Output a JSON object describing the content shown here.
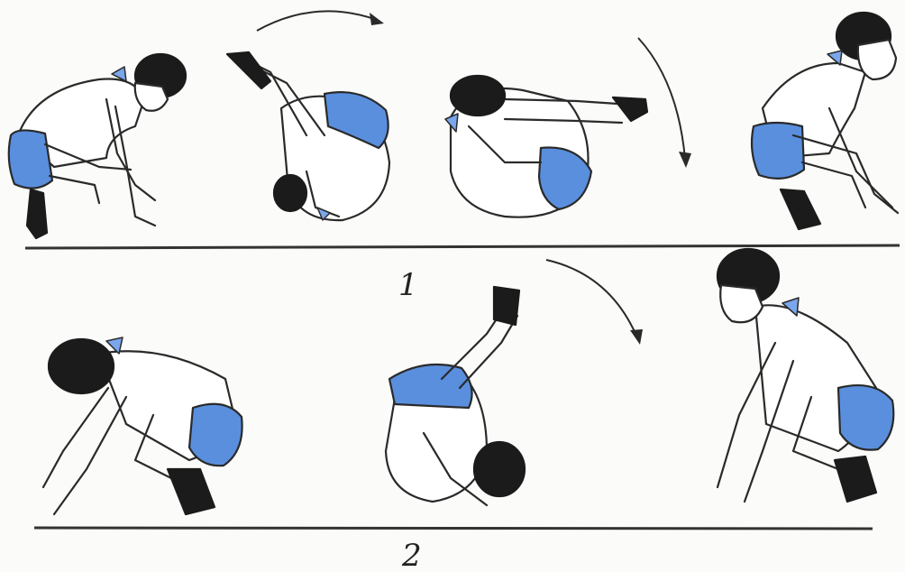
{
  "rows": [
    {
      "label": "1"
    },
    {
      "label": "2"
    }
  ],
  "colors": {
    "shorts": "#5a8fde",
    "hair": "#1b1b1b",
    "line": "#2a2a2a"
  },
  "icons": [
    "rotation-arrow",
    "floor-line"
  ]
}
